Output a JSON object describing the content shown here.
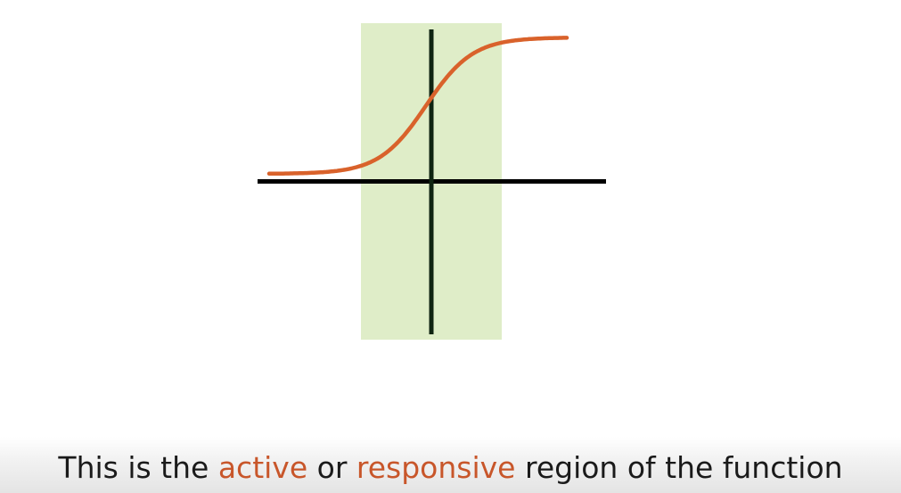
{
  "caption": {
    "part1": "This is the ",
    "word1": "active",
    "part2": " or ",
    "word2": "responsive",
    "part3": " region of the function"
  },
  "colors": {
    "curve": "#d9622b",
    "region": "#dfedc8",
    "x_axis": "#000000",
    "y_axis": "#0f2412",
    "caption_text": "#1a1a1a",
    "highlight_text": "#c8562a"
  },
  "diagram": {
    "curve": "sigmoid",
    "region": "active-responsive-region"
  }
}
